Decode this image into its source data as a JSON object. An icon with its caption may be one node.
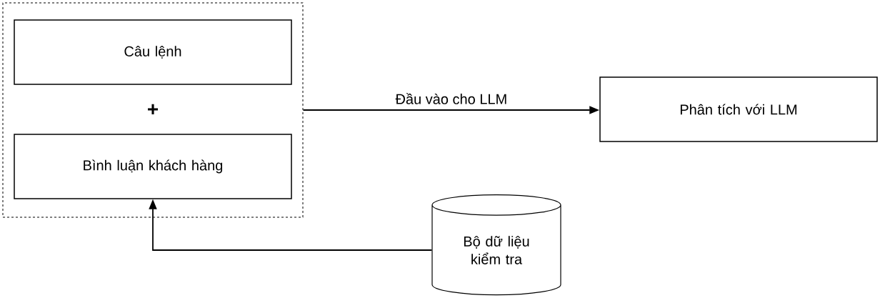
{
  "diagram": {
    "nodes": [
      {
        "text": [],
        "shape": "box"
      },
      {
        "text": [
          "Câu lệnh"
        ],
        "in": 0
      },
      {
        "text": [
          "Bình luận khách hàng"
        ],
        "in": 0
      },
      {
        "text": [
          "Phân tích với LLM"
        ]
      },
      {
        "text": [
          "Bộ dữ liệu kiểm tra"
        ]
      }
    ],
    "edges": [
      {
        "from": 0,
        "to": 3,
        "arrow": "to",
        "label": "Đầu vào cho LLM"
      },
      {
        "from": 4,
        "to": 2,
        "arrow": "to"
      }
    ],
    "labels": [
      "+"
    ]
  }
}
